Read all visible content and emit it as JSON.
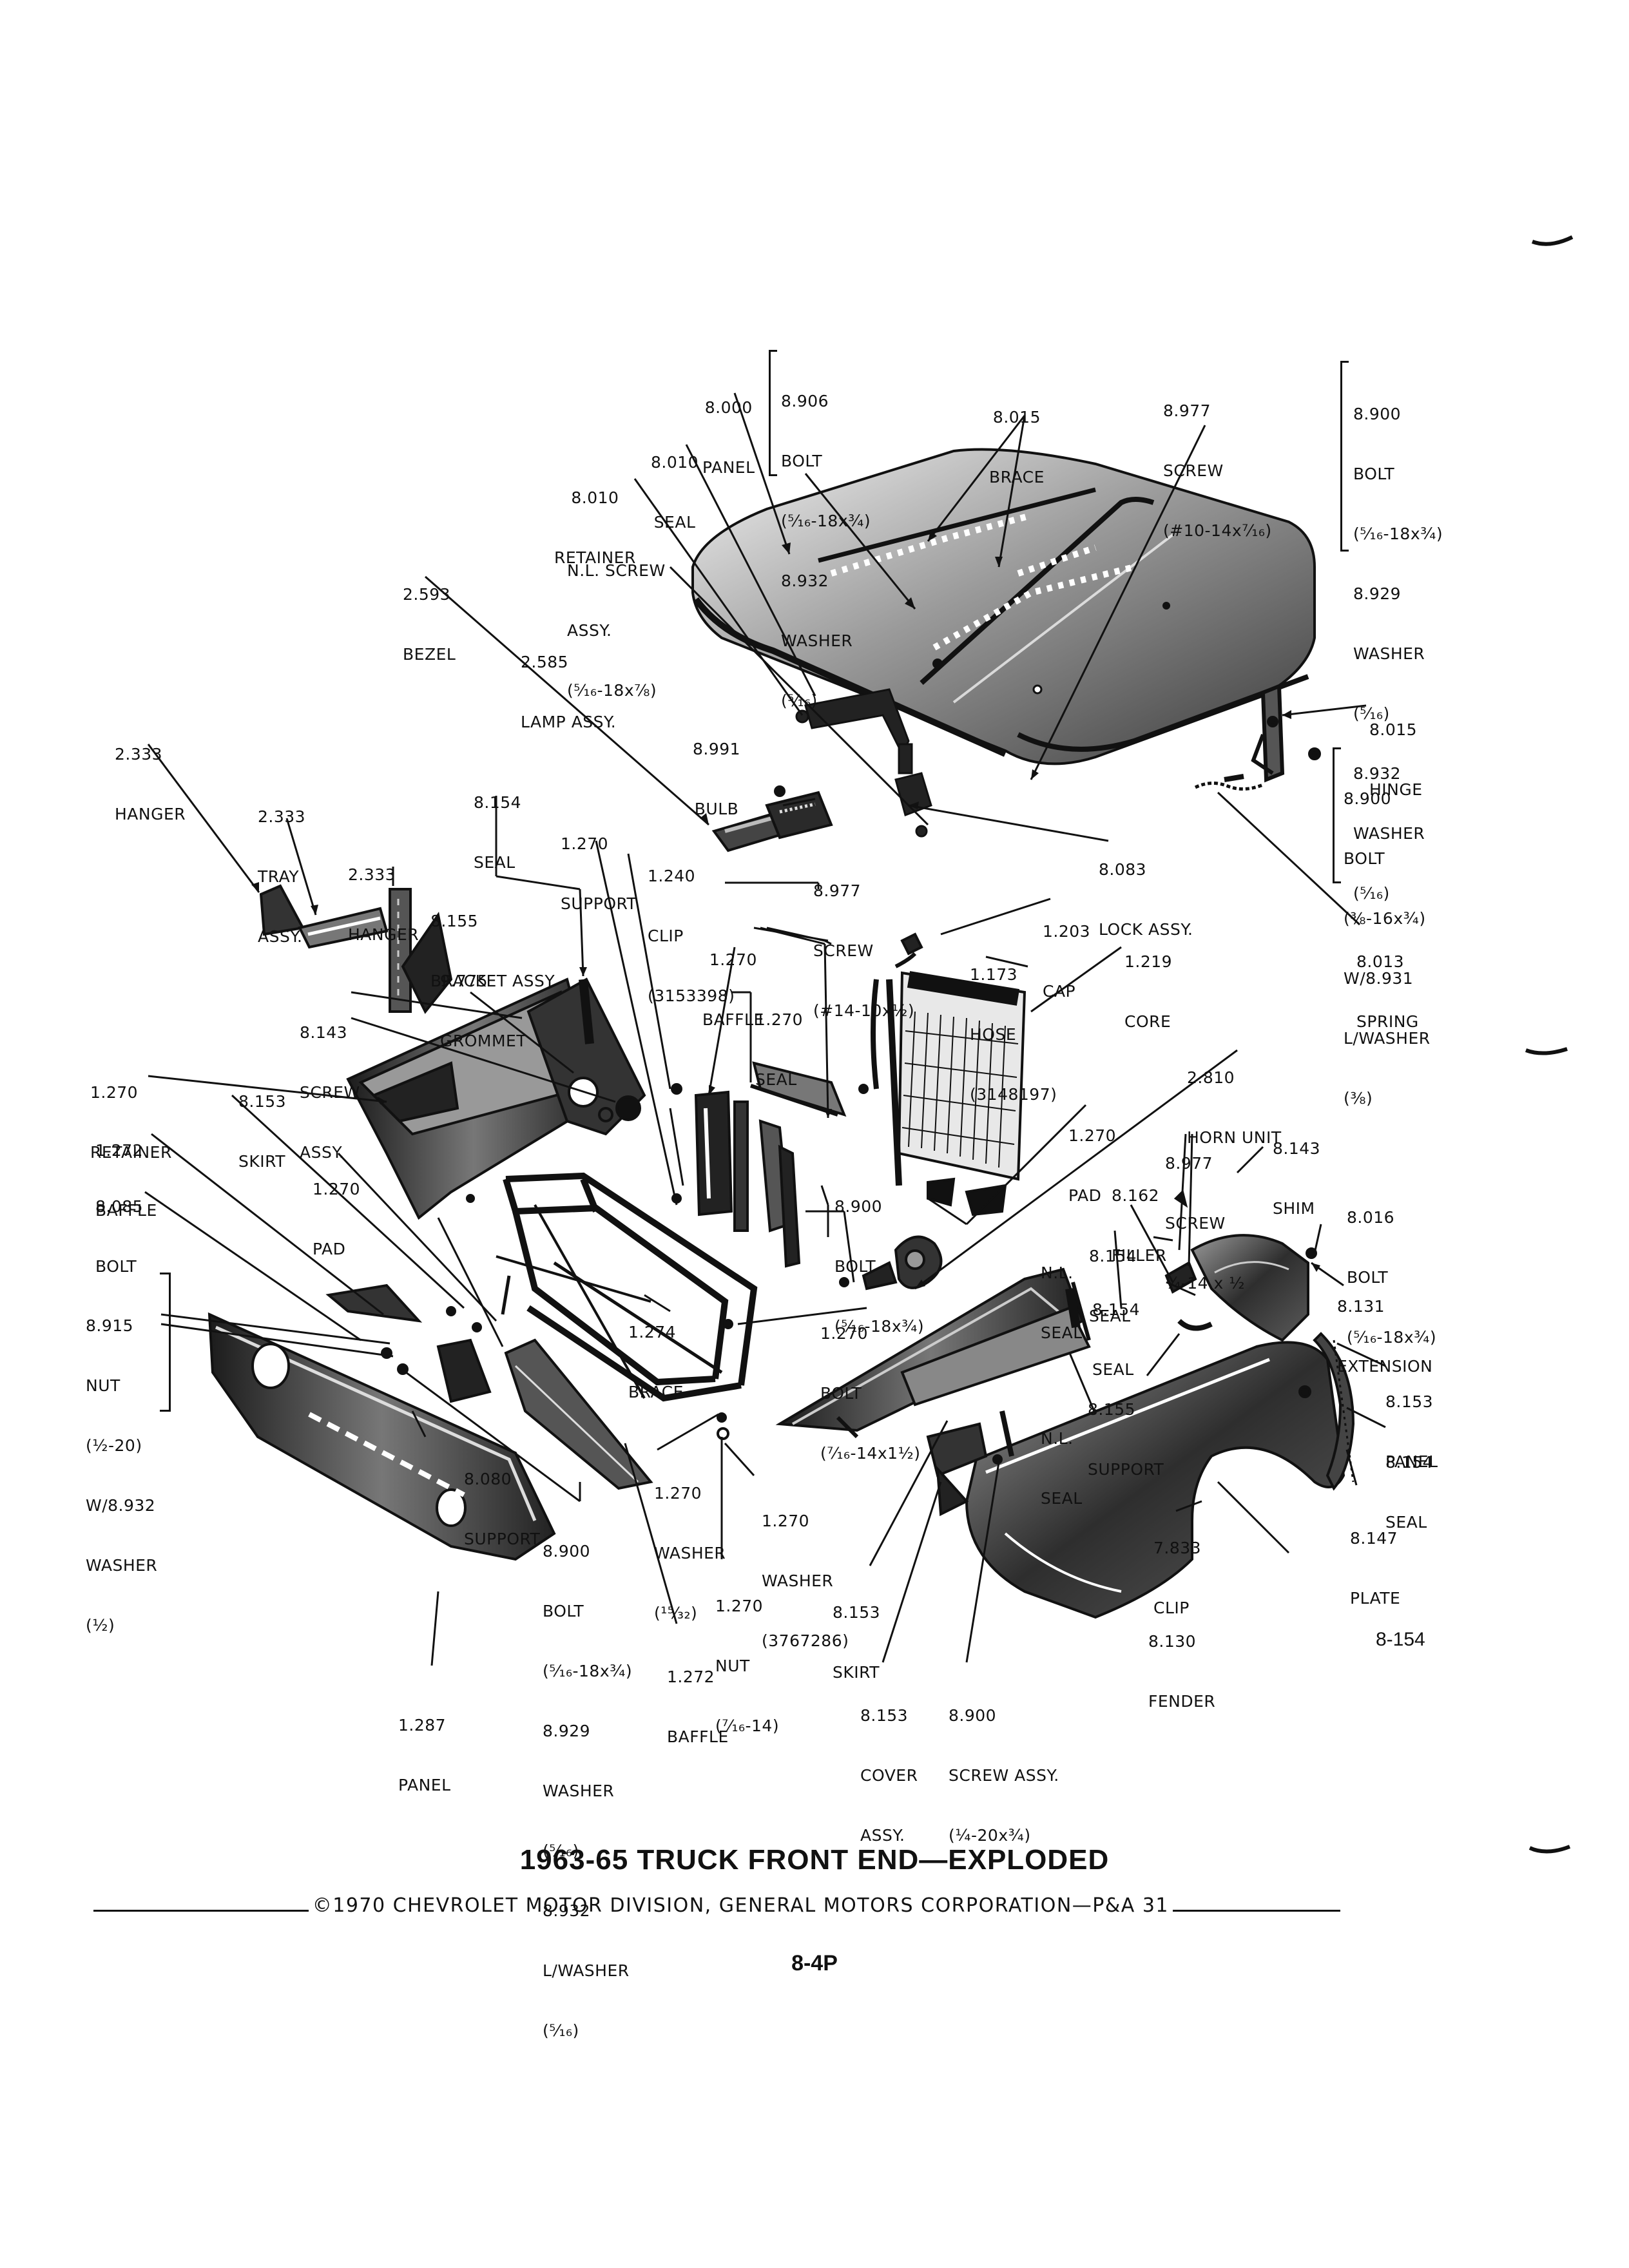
{
  "title": "1963-65 TRUCK FRONT END—EXPLODED",
  "copyright": "©1970 CHEVROLET MOTOR DIVISION, GENERAL MOTORS CORPORATION—P&A 31",
  "page_number": "8-4P",
  "figure_number": "8-154",
  "labels": {
    "panel_8000": [
      "8.000",
      "PANEL"
    ],
    "bolt_8906": [
      "8.906",
      "BOLT",
      "(⁵⁄₁₆-18x¾)",
      "8.932",
      "WASHER",
      "(⁵⁄₁₆)"
    ],
    "seal_8010": [
      "8.010",
      "SEAL"
    ],
    "retainer_8010": [
      "8.010",
      "RETAINER"
    ],
    "brace_8015": [
      "8.015",
      "BRACE"
    ],
    "screw_8977_top": [
      "8.977",
      "SCREW",
      "(#10-14x⁷⁄₁₆)"
    ],
    "bolt_8900_top": [
      "8.900",
      "BOLT",
      "(⁵⁄₁₆-18x¾)",
      "8.929",
      "WASHER",
      "(⁵⁄₁₆)",
      "8.932",
      "WASHER",
      "(⁵⁄₁₆)"
    ],
    "nl_screw_assy": [
      "N.L. SCREW",
      "ASSY.",
      "(⁵⁄₁₆-18x⅞)"
    ],
    "bezel_2593": [
      "2.593",
      "BEZEL"
    ],
    "lamp_assy_2585": [
      "2.585",
      "LAMP ASSY."
    ],
    "bulb_8991": [
      "8.991",
      "BULB"
    ],
    "hinge_8015": [
      "8.015",
      "HINGE"
    ],
    "hanger_2333_left": [
      "2.333",
      "HANGER"
    ],
    "tray_assy_2333": [
      "2.333",
      "TRAY",
      "ASSY."
    ],
    "hanger_2333": [
      "2.333",
      "HANGER"
    ],
    "seal_8154_left": [
      "8.154",
      "SEAL"
    ],
    "support_1270": [
      "1.270",
      "SUPPORT"
    ],
    "clip_1240": [
      "1.240",
      "CLIP",
      "(3153398)"
    ],
    "screw_8977_mid": [
      "8.977",
      "SCREW",
      "(#14-10x½)"
    ],
    "lock_assy_8083": [
      "8.083",
      "LOCK ASSY."
    ],
    "bolt_8900_right": [
      "8.900",
      "BOLT",
      "(⅜-16x¾)",
      "W/8.931",
      "L/WASHER",
      "(⅜)"
    ],
    "bracket_assy_8155": [
      "8.155",
      "BRACKET ASSY."
    ],
    "grommet_9775": [
      "9.775",
      "GROMMET"
    ],
    "baffle_1270": [
      "1.270",
      "BAFFLE"
    ],
    "cap_1203": [
      "1.203",
      "CAP"
    ],
    "hose_1173": [
      "1.173",
      "HOSE",
      "(3148197)"
    ],
    "core_1219": [
      "1.219",
      "CORE"
    ],
    "spring_8013": [
      "8.013",
      "SPRING"
    ],
    "seal_1270": [
      "1.270",
      "SEAL"
    ],
    "screw_assy_8143": [
      "8.143",
      "SCREW",
      "ASSY."
    ],
    "retainer_1270": [
      "1.270",
      "RETAINER"
    ],
    "skirt_8153_left": [
      "8.153",
      "SKIRT"
    ],
    "baffle_1272_left": [
      "1.272",
      "BAFFLE"
    ],
    "pad_1270_left": [
      "1.270",
      "PAD"
    ],
    "bolt_8085": [
      "8.085",
      "BOLT"
    ],
    "horn_unit_2810": [
      "2.810",
      "HORN UNIT"
    ],
    "pad_1270_right": [
      "1.270",
      "PAD"
    ],
    "screw_8977_right": [
      "8.977",
      "SCREW",
      "¼-14 x ½"
    ],
    "shim_8143": [
      "8.143",
      "SHIM"
    ],
    "filler_8162": [
      "8.162",
      "FILLER"
    ],
    "bolt_8016": [
      "8.016",
      "BOLT",
      "(⁵⁄₁₆-18x¾)"
    ],
    "bolt_8900_mid": [
      "8.900",
      "BOLT",
      "(⁵⁄₁₆-18x¾)"
    ],
    "seal_8154_a": [
      "8.154",
      "SEAL"
    ],
    "nl_seal_a": [
      "N.L.",
      "SEAL"
    ],
    "seal_8154_b": [
      "8.154",
      "SEAL"
    ],
    "nut_8915": [
      "8.915",
      "NUT",
      "(½-20)",
      "W/8.932",
      "WASHER",
      "(½)"
    ],
    "brace_1274": [
      "1.274",
      "BRACE"
    ],
    "bolt_1270": [
      "1.270",
      "BOLT",
      "(⁷⁄₁₆-14x1½)"
    ],
    "extension_8131": [
      "8.131",
      "EXTENSION"
    ],
    "panel_8153": [
      "8.153",
      "PANEL"
    ],
    "support_8155": [
      "8.155",
      "SUPPORT"
    ],
    "nl_seal_b": [
      "N.L.",
      "SEAL"
    ],
    "seal_8154_right": [
      "8.154",
      "SEAL"
    ],
    "support_8080": [
      "8.080",
      "SUPPORT"
    ],
    "washer_1270_a": [
      "1.270",
      "WASHER",
      "(¹⁵⁄₃₂)"
    ],
    "washer_1270_b": [
      "1.270",
      "WASHER",
      "(3767286)"
    ],
    "plate_8147": [
      "8.147",
      "PLATE"
    ],
    "clip_7833": [
      "7.833",
      "CLIP"
    ],
    "bolt_8900_bottom": [
      "8.900",
      "BOLT",
      "(⁵⁄₁₆-18x¾)",
      "8.929",
      "WASHER",
      "(⁵⁄₁₆)",
      "8.932",
      "L/WASHER",
      "(⁵⁄₁₆)"
    ],
    "nut_1270": [
      "1.270",
      "NUT",
      "(⁷⁄₁₆-14)"
    ],
    "skirt_8153_bottom": [
      "8.153",
      "SKIRT"
    ],
    "fender_8130": [
      "8.130",
      "FENDER"
    ],
    "baffle_1272_bottom": [
      "1.272",
      "BAFFLE"
    ],
    "panel_1287": [
      "1.287",
      "PANEL"
    ],
    "cover_assy_8153": [
      "8.153",
      "COVER",
      "ASSY."
    ],
    "screw_assy_8900": [
      "8.900",
      "SCREW ASSY.",
      "(¼-20x¾)"
    ]
  }
}
